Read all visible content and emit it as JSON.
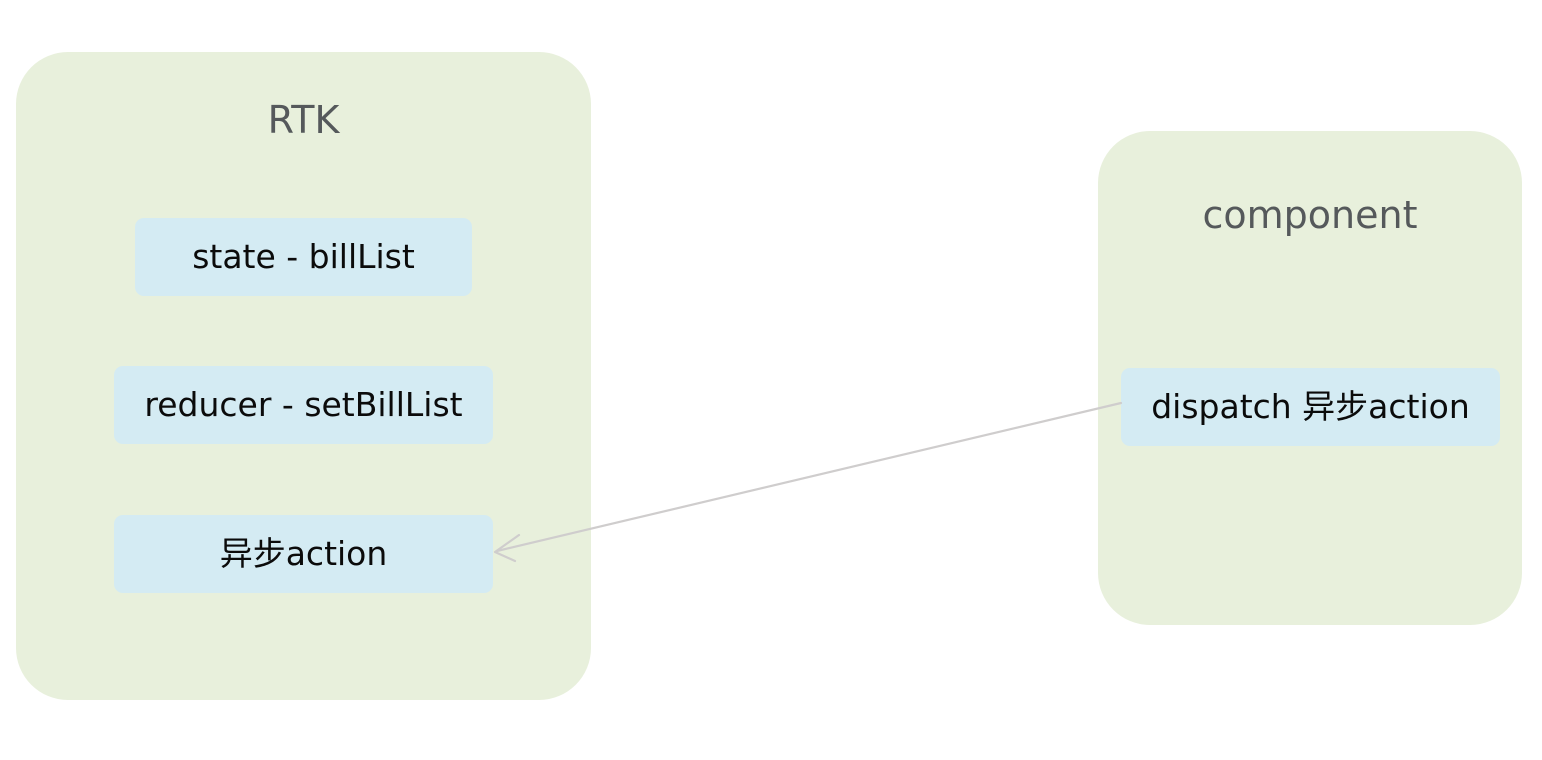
{
  "diagram": {
    "type": "flowchart",
    "background_color": "#ffffff",
    "group_fill_color": "#e8f0dc",
    "node_fill_color": "#d4ebf3",
    "group_title_color": "#55595b",
    "node_text_color": "#0b0b0b",
    "edge_color": "#cfcdcd",
    "groups": [
      {
        "id": "rtk",
        "title": "RTK",
        "nodes": [
          {
            "id": "state",
            "label": "state - billList"
          },
          {
            "id": "reducer",
            "label": "reducer - setBillList"
          },
          {
            "id": "async-action",
            "label": "异步action"
          }
        ]
      },
      {
        "id": "component",
        "title": "component",
        "nodes": [
          {
            "id": "dispatch",
            "label": "dispatch 异步action"
          }
        ]
      }
    ],
    "edges": [
      {
        "id": "dispatch-to-async-action",
        "from": "dispatch",
        "to": "async-action",
        "label": "",
        "arrowhead": "open-v",
        "direction": "right-to-left"
      }
    ]
  }
}
